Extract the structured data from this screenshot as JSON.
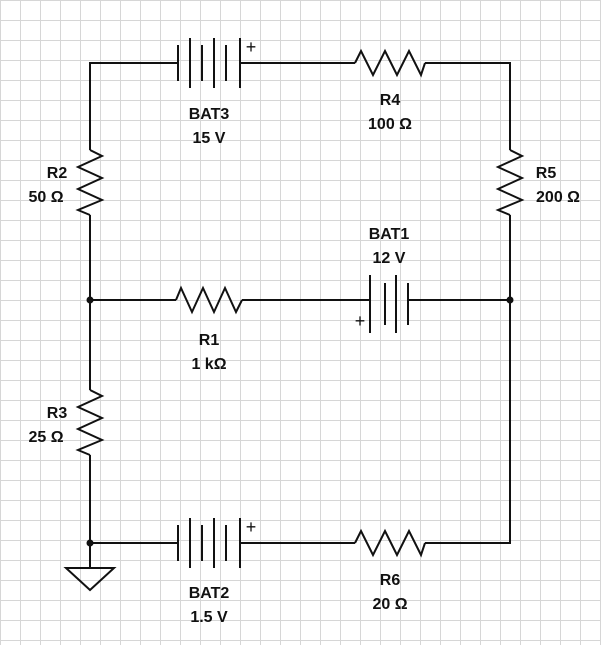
{
  "colors": {
    "background": "#ffffff",
    "grid": "#d6d6d6",
    "wire": "#111111"
  },
  "components": {
    "bat3": {
      "name": "BAT3",
      "value": "15 V",
      "polarity": "+"
    },
    "bat1": {
      "name": "BAT1",
      "value": "12 V",
      "polarity": "+"
    },
    "bat2": {
      "name": "BAT2",
      "value": "1.5 V",
      "polarity": "+"
    },
    "r1": {
      "name": "R1",
      "value": "1 kΩ"
    },
    "r2": {
      "name": "R2",
      "value": "50 Ω"
    },
    "r3": {
      "name": "R3",
      "value": "25 Ω"
    },
    "r4": {
      "name": "R4",
      "value": "100 Ω"
    },
    "r5": {
      "name": "R5",
      "value": "200 Ω"
    },
    "r6": {
      "name": "R6",
      "value": "20 Ω"
    }
  },
  "ground": {
    "icon": "ground-icon"
  }
}
